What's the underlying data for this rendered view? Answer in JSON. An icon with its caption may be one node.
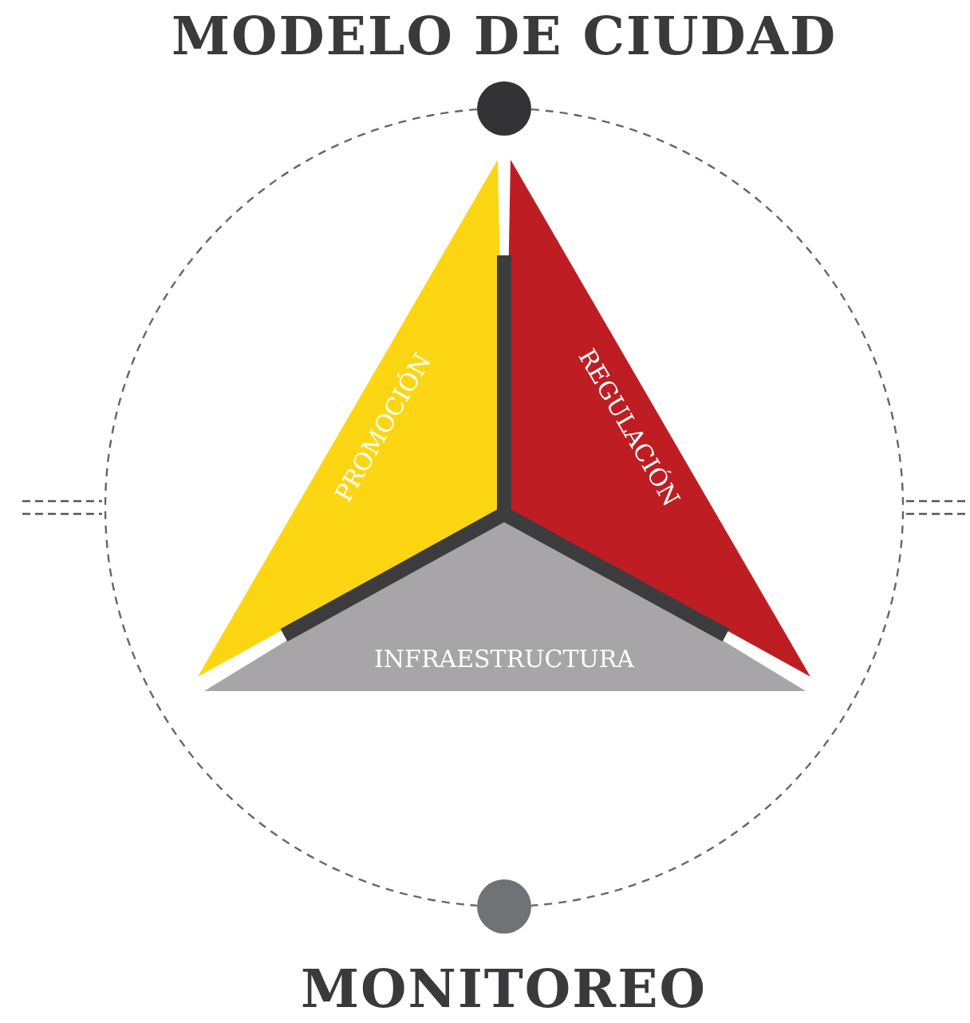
{
  "diagram": {
    "nodes": [
      {
        "text": [
          "MODELO DE CIUDAD"
        ]
      },
      {
        "text": [
          "PROMOCIÓN"
        ]
      },
      {
        "text": [
          "REGULACIÓN"
        ]
      },
      {
        "text": [
          "INFRAESTRUCTURA"
        ]
      },
      {
        "text": [
          "MONITOREO"
        ]
      }
    ],
    "edges": [
      {
        "from": 0,
        "to": 4,
        "arrow": "none",
        "style": "dashed"
      },
      {
        "from": 0,
        "to": 4,
        "arrow": "none",
        "style": "dashed"
      }
    ]
  }
}
